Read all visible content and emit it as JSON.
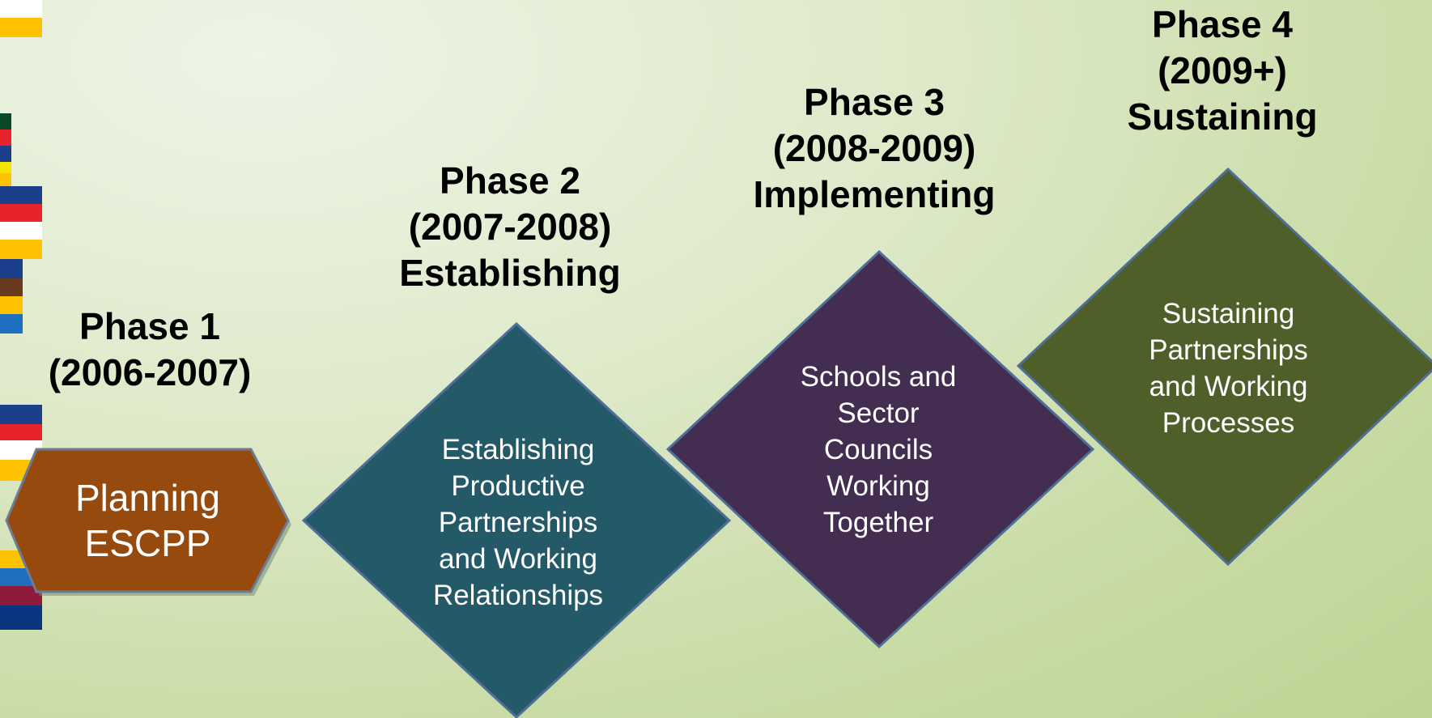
{
  "phases": [
    {
      "heading": [
        "Phase 1",
        "(2006-2007)"
      ],
      "body": [
        "Planning",
        "ESCPP"
      ],
      "color": "#974a0d"
    },
    {
      "heading": [
        "Phase 2",
        "(2007-2008)",
        "Establishing"
      ],
      "body": [
        "Establishing",
        "Productive",
        "Partnerships",
        "and Working",
        "Relationships"
      ],
      "color": "#245968"
    },
    {
      "heading": [
        "Phase 3",
        "(2008-2009)",
        "Implementing"
      ],
      "body": [
        "Schools and",
        "Sector",
        "Councils",
        "Working",
        "Together"
      ],
      "color": "#432e52"
    },
    {
      "heading": [
        "Phase 4",
        "(2009+)",
        "Sustaining"
      ],
      "body": [
        "Sustaining",
        "Partnerships",
        "and Working",
        "Processes"
      ],
      "color": "#4e5f2a"
    }
  ],
  "stripe_colors": [
    "#ffffff",
    "#e8232c",
    "#ffc200",
    "#0a4a2a",
    "#1c3f8c",
    "#f2e600",
    "#1e6fc0",
    "#6a3a1f",
    "#8c1b3c",
    "#0a3680"
  ]
}
